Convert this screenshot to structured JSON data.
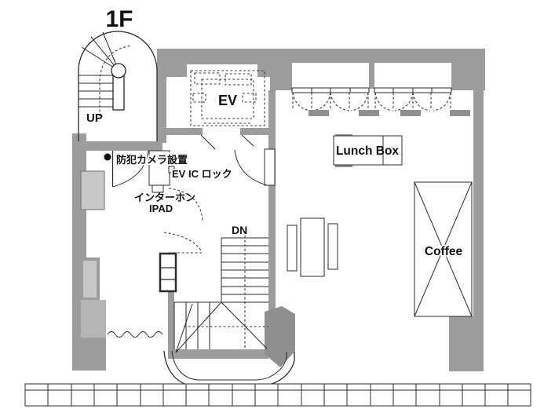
{
  "title": "1F floor plan",
  "labels": {
    "floor": "1F",
    "stairs_up": "UP",
    "stairs_down": "DN",
    "elevator": "EV",
    "security_camera": "防犯カメラ設置",
    "ev_ic_lock": "EV IC ロック",
    "intercom": "インターホン",
    "ipad": "IPAD",
    "lunch_box": "Lunch Box",
    "coffee": "Coffee"
  },
  "colors": {
    "wall": "#9c9c9c",
    "wall_dark": "#8f8f8f",
    "cabinet": "#c7c7c7",
    "counter": "#b5b5b5",
    "line": "#2a2a2a"
  }
}
